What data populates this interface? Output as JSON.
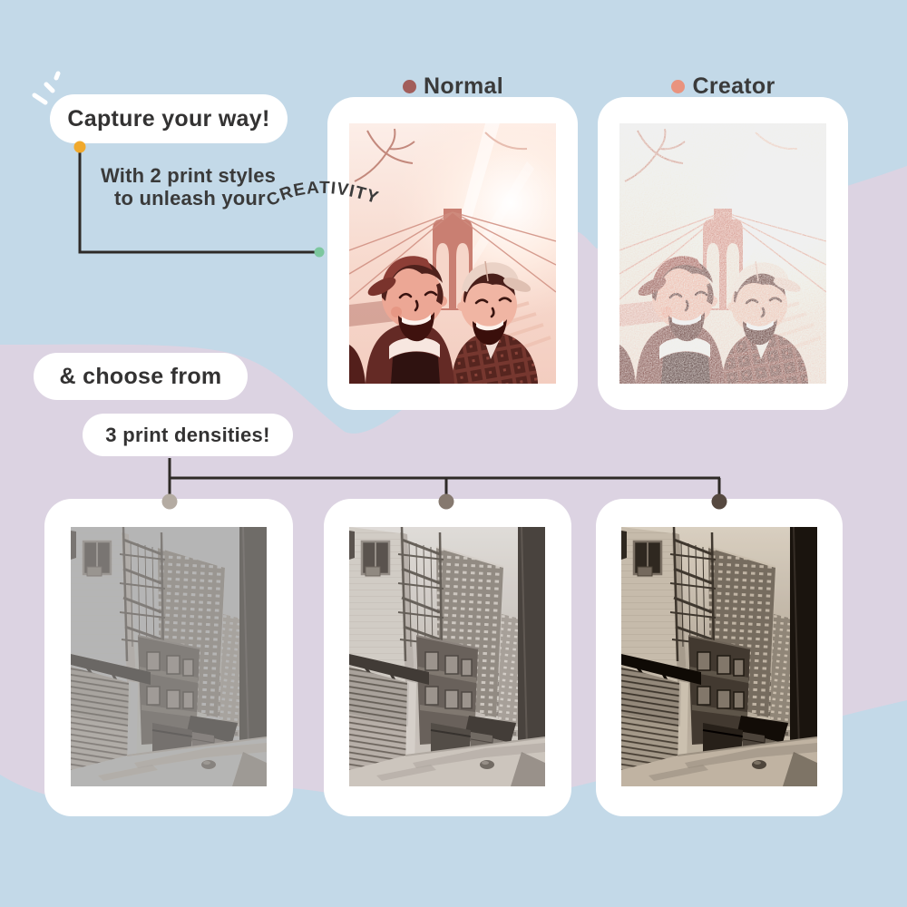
{
  "palette": {
    "background_blue": "#c3d9e8",
    "background_lavender": "#dcd3e2",
    "card_white": "#ffffff",
    "text_dark": "#3a3a3a",
    "connector_line": "#2e2a27",
    "accent_yellow": "#f0a92d",
    "accent_green": "#7cc79e"
  },
  "intro": {
    "headline": "Capture your way!",
    "line1": "With 2 print styles",
    "line2": "to unleash your",
    "emphasis": "CREATIVITY"
  },
  "styles": {
    "items": [
      {
        "label": "Normal",
        "dot_color": "#a25e5b"
      },
      {
        "label": "Creator",
        "dot_color": "#e9937e"
      }
    ]
  },
  "densities": {
    "intro": "& choose from",
    "headline": "3 print densities!",
    "levels": [
      {
        "name": "light",
        "dot_color": "#b4aba2"
      },
      {
        "name": "medium",
        "dot_color": "#86796f"
      },
      {
        "name": "dark",
        "dot_color": "#564940"
      }
    ]
  },
  "photos": {
    "selfie_alt": "Two friends in caps laughing in a selfie in front of a suspension bridge, warm red-tinted print",
    "alley_alt": "Monochrome city alley with fire escape, roller shutter door and skyscrapers"
  }
}
